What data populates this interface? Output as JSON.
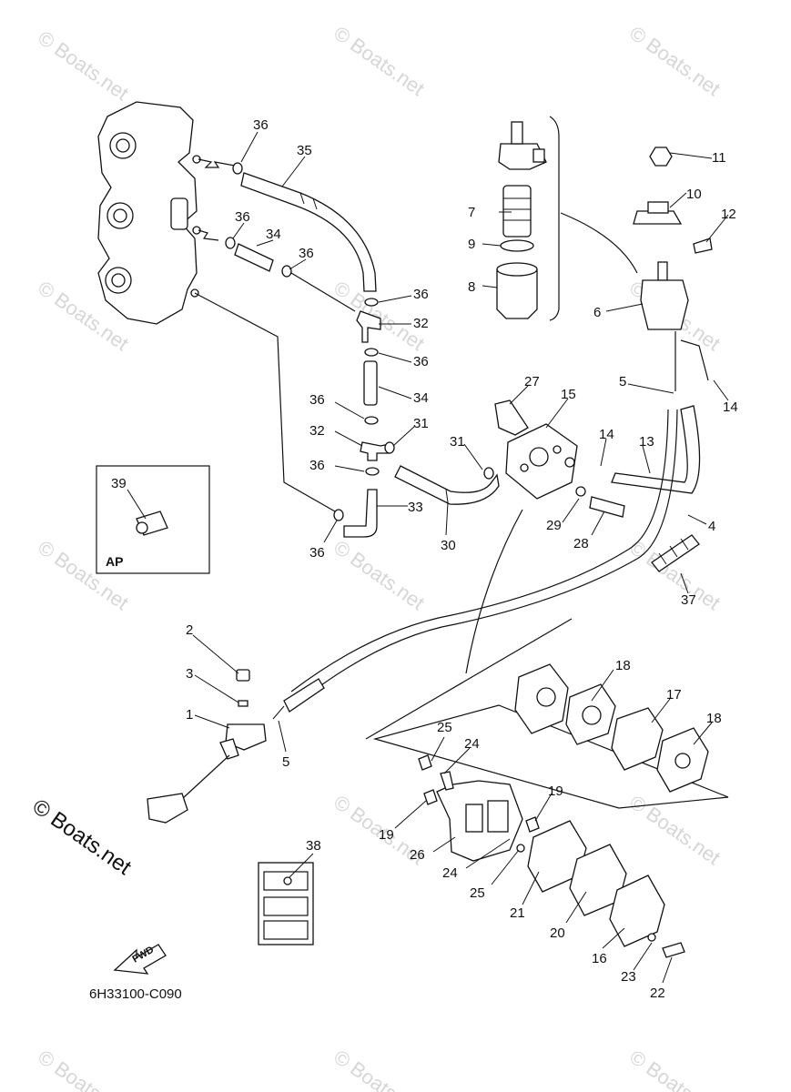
{
  "watermark": "© Boats.net",
  "side_logo": "© Boats.net",
  "diagram_code": "6H33100-C090",
  "inset_label": "AP",
  "fwd_label": "FWD",
  "callouts": {
    "c1": "1",
    "c2": "2",
    "c3": "3",
    "c4": "4",
    "c5a": "5",
    "c5b": "5",
    "c6": "6",
    "c7": "7",
    "c8": "8",
    "c9": "9",
    "c10": "10",
    "c11": "11",
    "c12": "12",
    "c13": "13",
    "c14a": "14",
    "c14b": "14",
    "c15": "15",
    "c16": "16",
    "c17": "17",
    "c18a": "18",
    "c18b": "18",
    "c19a": "19",
    "c19b": "19",
    "c20": "20",
    "c21": "21",
    "c22": "22",
    "c23": "23",
    "c24a": "24",
    "c24b": "24",
    "c25a": "25",
    "c25b": "25",
    "c26": "26",
    "c27": "27",
    "c28": "28",
    "c29": "29",
    "c30": "30",
    "c31a": "31",
    "c31b": "31",
    "c32a": "32",
    "c32b": "32",
    "c33": "33",
    "c34a": "34",
    "c34b": "34",
    "c35": "35",
    "c36a": "36",
    "c36b": "36",
    "c36c": "36",
    "c36d": "36",
    "c36e": "36",
    "c36f": "36",
    "c36g": "36",
    "c36h": "36",
    "c36i": "36",
    "c37": "37",
    "c38": "38",
    "c39": "39"
  }
}
